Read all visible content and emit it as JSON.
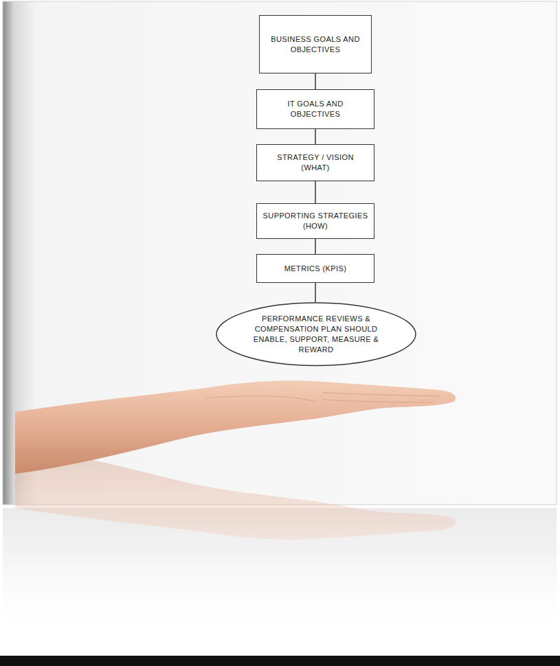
{
  "diagram": {
    "nodes": [
      {
        "text": [
          "BUSINESS GOALS AND OBJECTIVES"
        ]
      },
      {
        "text": [
          "IT GOALS AND OBJECTIVES"
        ]
      },
      {
        "text": [
          "STRATEGY / VISION (WHAT)"
        ]
      },
      {
        "text": [
          "SUPPORTING STRATEGIES (HOW)"
        ]
      },
      {
        "text": [
          "METRICS (KPIS)"
        ]
      },
      {
        "text": [
          "PERFORMANCE REVIEWS & COMPENSATION PLAN SHOULD ENABLE, SUPPORT, MEASURE & REWARD"
        ]
      }
    ],
    "edges": [
      {
        "from": 0,
        "to": 1,
        "arrow": "none"
      },
      {
        "from": 1,
        "to": 2,
        "arrow": "none"
      },
      {
        "from": 2,
        "to": 3,
        "arrow": "none"
      },
      {
        "from": 3,
        "to": 4,
        "arrow": "none"
      },
      {
        "from": 4,
        "to": 5,
        "arrow": "none"
      }
    ]
  }
}
